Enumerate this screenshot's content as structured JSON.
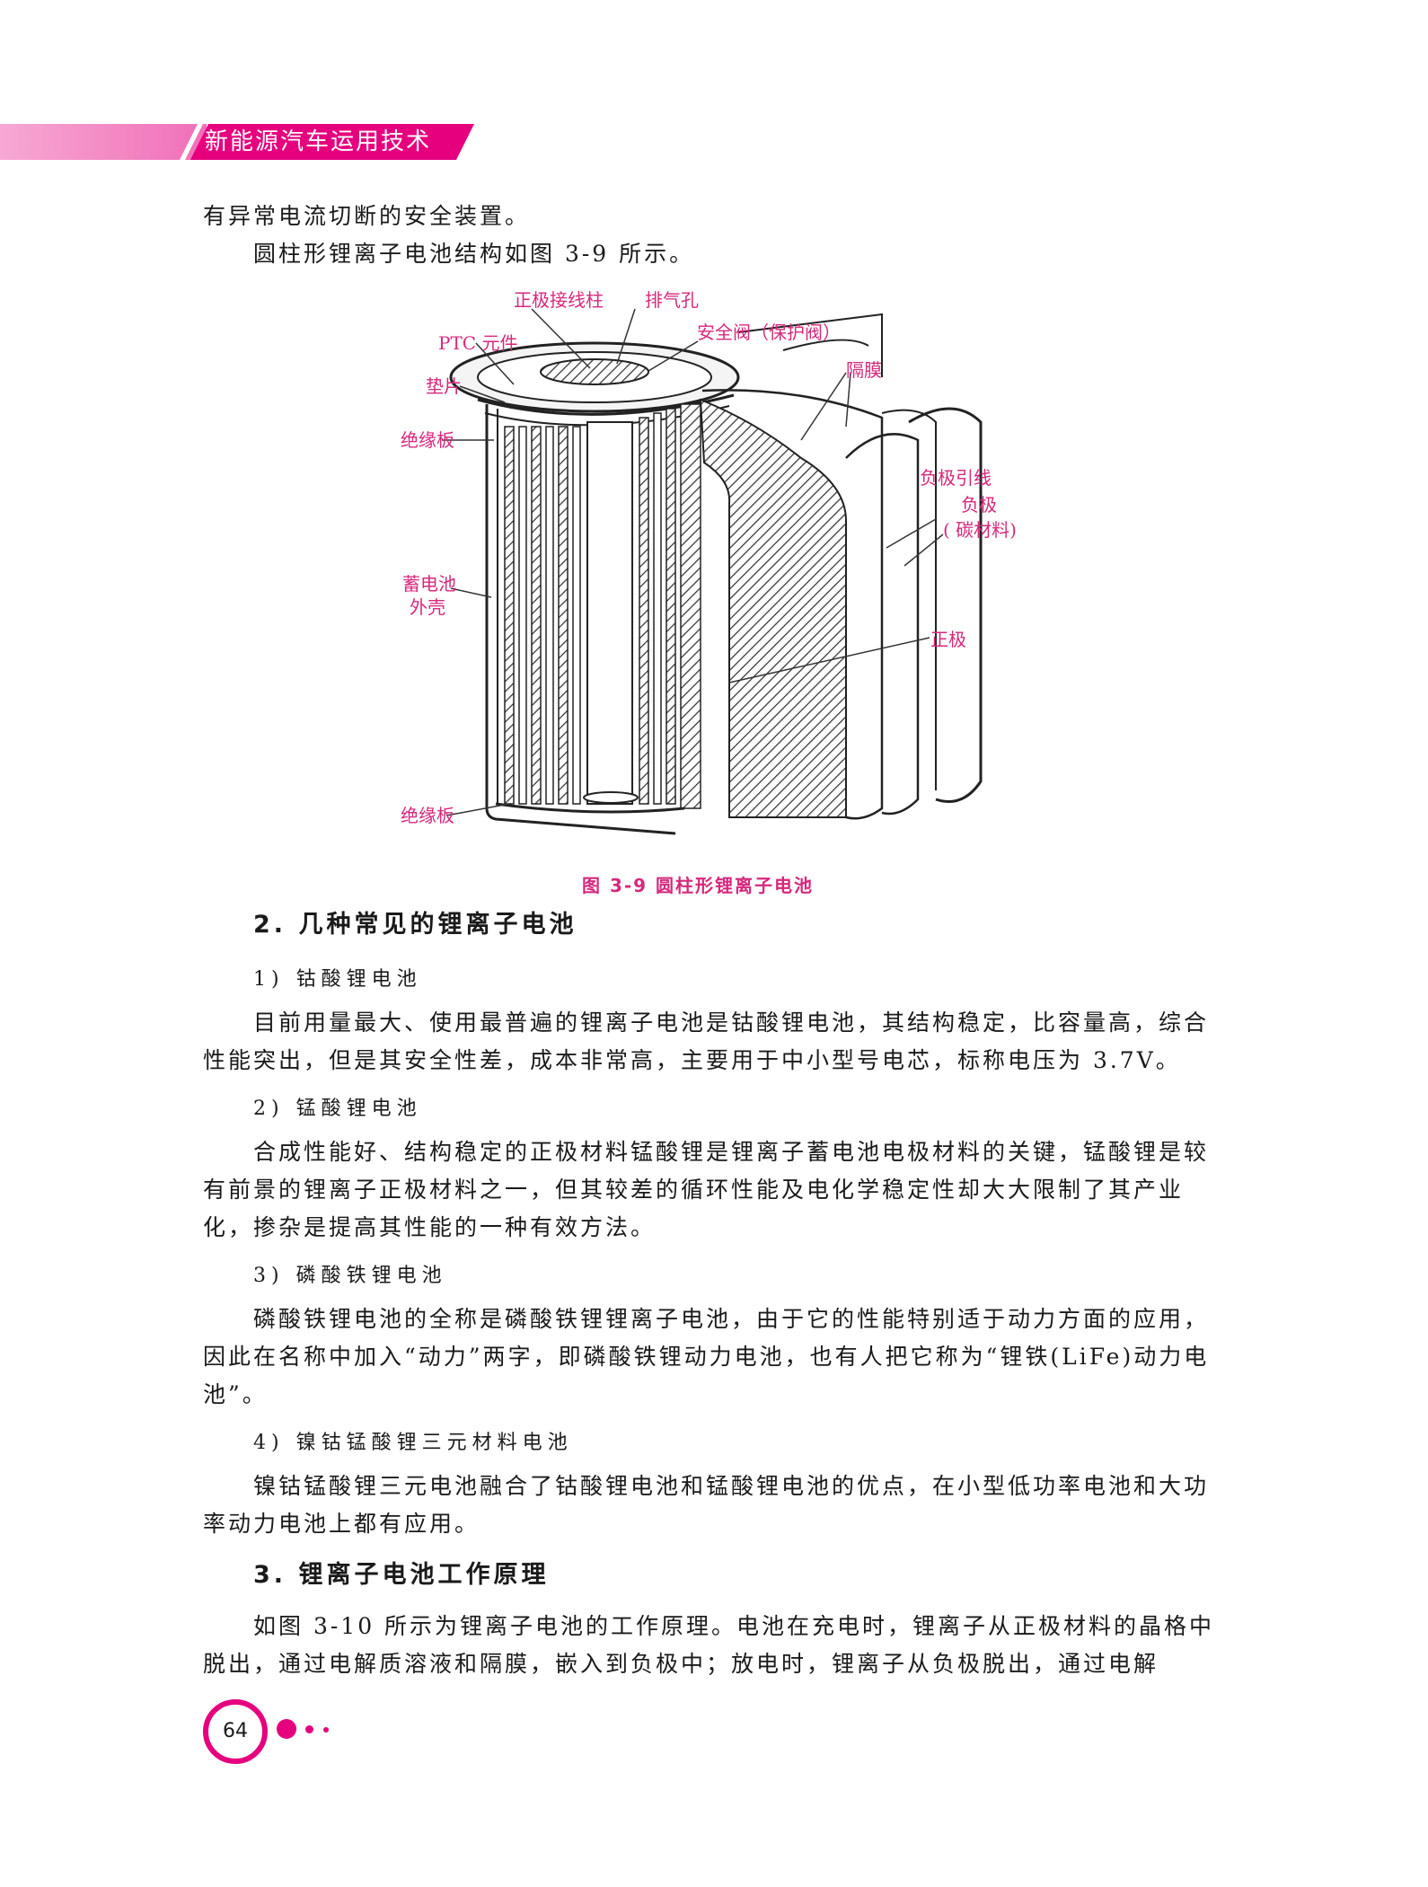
{
  "header": {
    "title": "新能源汽车运用技术"
  },
  "paragraphs": {
    "p0": "有异常电流切断的安全装置。",
    "p1": "圆柱形锂离子电池结构如图 3-9 所示。",
    "p2": "目前用量最大、使用最普遍的锂离子电池是钴酸锂电池，其结构稳定，比容量高，综合性能突出，但是其安全性差，成本非常高，主要用于中小型号电芯，标称电压为 3.7V。",
    "p3": "合成性能好、结构稳定的正极材料锰酸锂是锂离子蓄电池电极材料的关键，锰酸锂是较有前景的锂离子正极材料之一，但其较差的循环性能及电化学稳定性却大大限制了其产业化，掺杂是提高其性能的一种有效方法。",
    "p4": "磷酸铁锂电池的全称是磷酸铁锂锂离子电池，由于它的性能特别适于动力方面的应用，因此在名称中加入“动力”两字，即磷酸铁锂动力电池，也有人把它称为“锂铁(LiFe)动力电池”。",
    "p5": "镍钴锰酸锂三元电池融合了钴酸锂电池和锰酸锂电池的优点，在小型低功率电池和大功率动力电池上都有应用。",
    "p6": "如图 3-10 所示为锂离子电池的工作原理。电池在充电时，锂离子从正极材料的晶格中脱出，通过电解质溶液和隔膜，嵌入到负极中；放电时，锂离子从负极脱出，通过电解"
  },
  "figure": {
    "caption": "图 3-9   圆柱形锂离子电池",
    "labels": {
      "positive_terminal": "正极接线柱",
      "vent": "排气孔",
      "safety_valve": "安全阀（保护阀）",
      "ptc": "PTC 元件",
      "gasket": "垫片",
      "separator": "隔膜",
      "insulator_top": "绝缘板",
      "negative_lead": "负极引线",
      "negative_electrode_1": "负极",
      "negative_electrode_2": "( 碳材料)",
      "case_1": "蓄电池",
      "case_2": "外壳",
      "positive_electrode": "正极",
      "insulator_bottom": "绝缘板"
    }
  },
  "sections": {
    "s2_title": "2. 几种常见的锂离子电池",
    "s2_1": "1) 钴酸锂电池",
    "s2_2": "2) 锰酸锂电池",
    "s2_3": "3) 磷酸铁锂电池",
    "s2_4": "4) 镍钴锰酸锂三元材料电池",
    "s3_title": "3. 锂离子电池工作原理"
  },
  "footer": {
    "page_number": "64"
  },
  "colors": {
    "accent": "#e6007e",
    "label": "#d6297c",
    "header_band": "#f06fb8"
  }
}
